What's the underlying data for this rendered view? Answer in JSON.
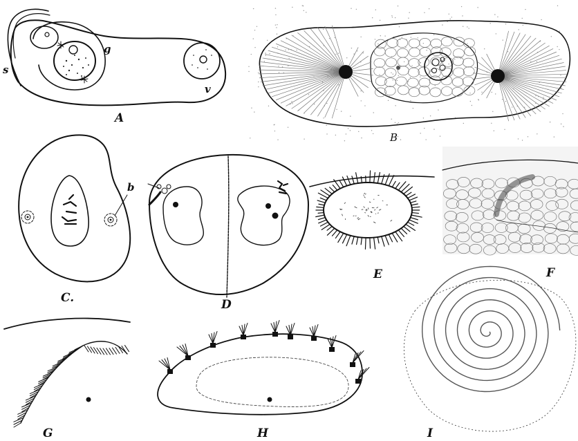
{
  "figure": {
    "panels": [
      {
        "id": "A",
        "label": "A",
        "parts": [
          "s",
          "g",
          "v"
        ]
      },
      {
        "id": "B",
        "label": "B"
      },
      {
        "id": "C",
        "label": "C.",
        "parts": [
          "b"
        ]
      },
      {
        "id": "D",
        "label": "D"
      },
      {
        "id": "E",
        "label": "E"
      },
      {
        "id": "F",
        "label": "F"
      },
      {
        "id": "G",
        "label": "G"
      },
      {
        "id": "H",
        "label": "H"
      },
      {
        "id": "I",
        "label": "I"
      }
    ],
    "ink_color": "#111111",
    "paper_color": "#ffffff"
  }
}
